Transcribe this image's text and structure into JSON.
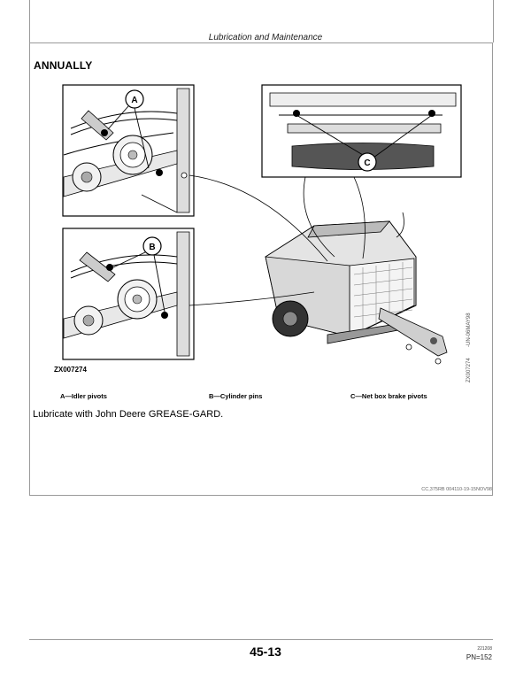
{
  "header": {
    "title": "Lubrication and Maintenance"
  },
  "section": {
    "title": "ANNUALLY"
  },
  "figure": {
    "callouts": {
      "a": "A",
      "b": "B",
      "c": "C"
    },
    "id": "ZX007274",
    "side_code_1": "-UN-06MAY98",
    "side_code_2": "ZX007274"
  },
  "captions": {
    "a": "A—Idler pivots",
    "b": "B—Cylinder pins",
    "c": "C—Net box brake pivots"
  },
  "body": {
    "text": "Lubricate with John Deere GREASE-GARD."
  },
  "doc_code": "CC,375RB 004110-19-15NOV98",
  "footer": {
    "page_number": "45-13",
    "date": "221208",
    "pn": "PN=152"
  }
}
